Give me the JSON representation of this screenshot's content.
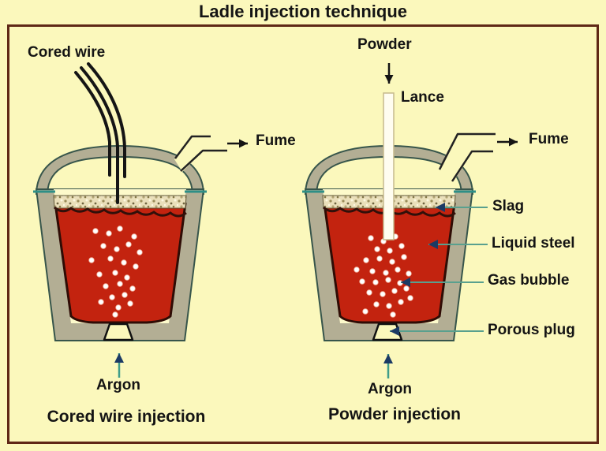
{
  "title": "Ladle injection technique",
  "left_diagram": {
    "cored_wire_label": "Cored wire",
    "fume_label": "Fume",
    "argon_label": "Argon",
    "caption": "Cored wire injection"
  },
  "right_diagram": {
    "powder_label": "Powder",
    "lance_label": "Lance",
    "fume_label": "Fume",
    "slag_label": "Slag",
    "liquid_steel_label": "Liquid steel",
    "gas_bubble_label": "Gas bubble",
    "porous_plug_label": "Porous plug",
    "argon_label": "Argon",
    "caption": "Powder injection"
  },
  "colors": {
    "background": "#fbf8bc",
    "frame_border": "#5f2816",
    "ladle_shell": "#b3ae94",
    "shell_outline": "#37554b",
    "liquid_steel": "#c3230f",
    "slag": "#eadfba",
    "teal_joint_line": "#2e8f86",
    "leader_line": "#59a08e",
    "arrowhead_navy": "#1b3a64",
    "text": "#141414"
  }
}
